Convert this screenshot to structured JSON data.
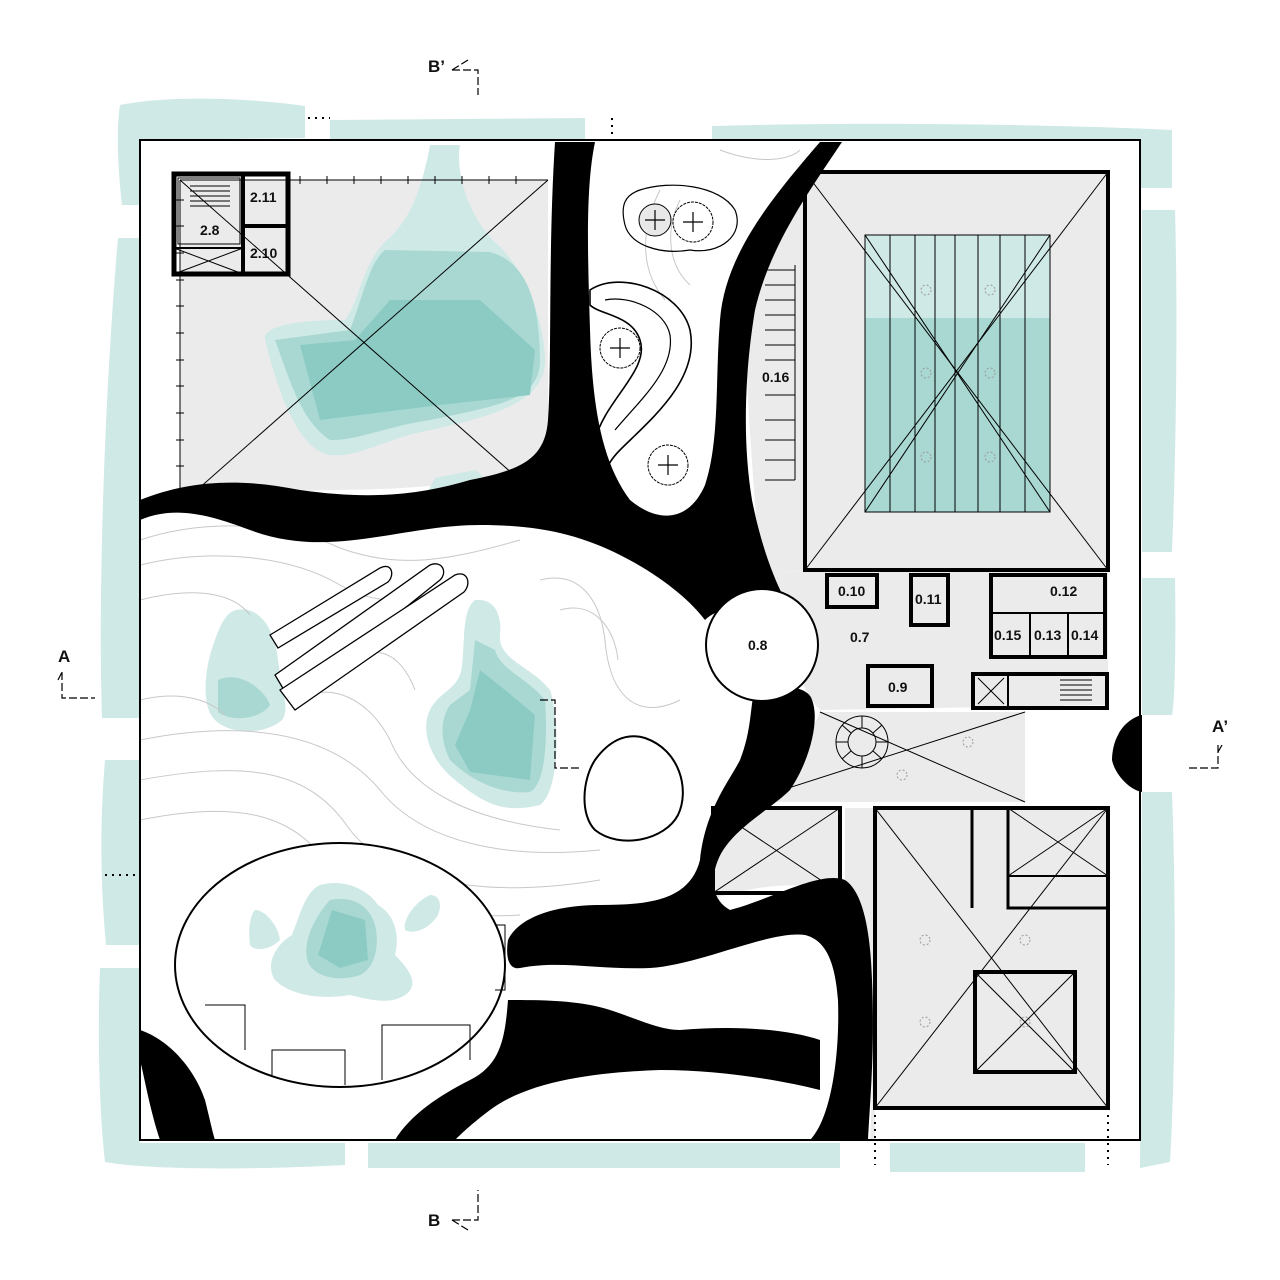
{
  "colors": {
    "water": "#cfe9e6",
    "water_mid": "#a9d8d3",
    "water_deep": "#8ccbc4",
    "floor_grey": "#ebebeb",
    "ink": "#000000",
    "contour": "#bdbdbd"
  },
  "rooms": {
    "r2_8": "2.8",
    "r2_10": "2.10",
    "r2_11": "2.11",
    "r0_7": "0.7",
    "r0_8": "0.8",
    "r0_9": "0.9",
    "r0_10": "0.10",
    "r0_11": "0.11",
    "r0_12": "0.12",
    "r0_13": "0.13",
    "r0_14": "0.14",
    "r0_15": "0.15",
    "r0_16": "0.16"
  },
  "sections": {
    "a": "A",
    "a_prime": "A’",
    "b": "B",
    "b_prime": "B’"
  }
}
